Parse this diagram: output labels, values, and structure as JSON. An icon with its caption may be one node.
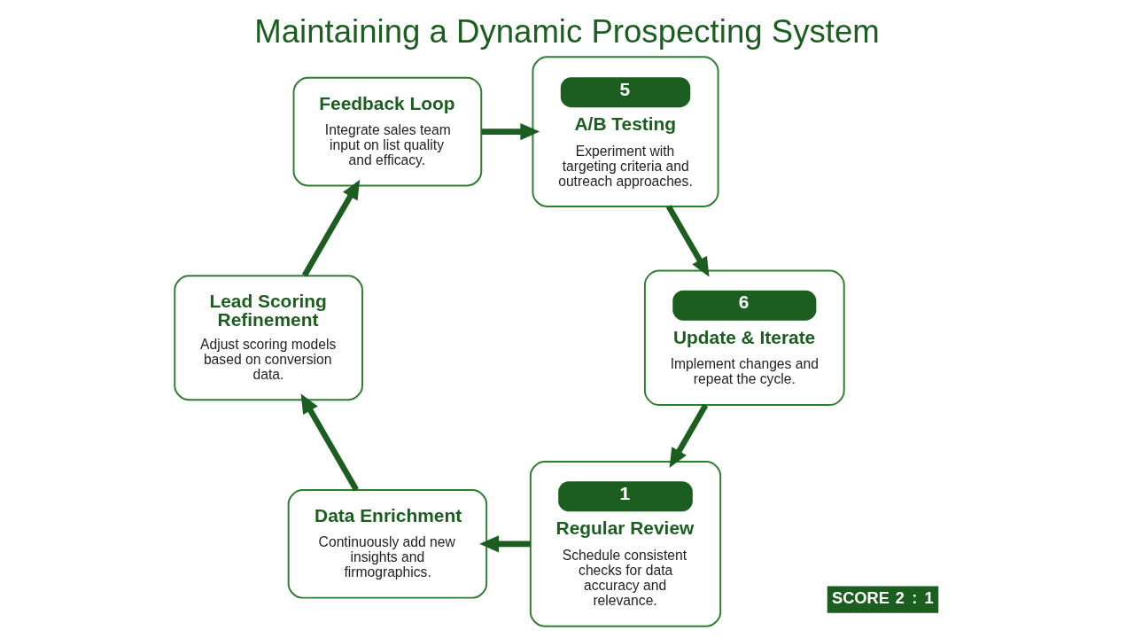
{
  "diagram": {
    "title": "Maintaining a Dynamic Prospecting System",
    "nodes": [
      {
        "text": [
          "1",
          "Regular Review",
          "Schedule consistent checks for data accuracy and relevance."
        ]
      },
      {
        "text": [
          "Data Enrichment",
          "Continuously add new insights and firmographics."
        ]
      },
      {
        "text": [
          "Lead Scoring Refinement",
          "Adjust scoring models based on conversion data."
        ]
      },
      {
        "text": [
          "Feedback Loop",
          "Integrate sales team input on list quality and efficacy."
        ]
      },
      {
        "text": [
          "5",
          "A/B Testing",
          "Experiment with targeting criteria and outreach approaches."
        ]
      },
      {
        "text": [
          "6",
          "Update & Iterate",
          "Implement changes and repeat the cycle."
        ]
      }
    ],
    "edges": [
      {
        "from": 0,
        "to": 1,
        "arrow": "to"
      },
      {
        "from": 1,
        "to": 2,
        "arrow": "to"
      },
      {
        "from": 2,
        "to": 3,
        "arrow": "to"
      },
      {
        "from": 3,
        "to": 4,
        "arrow": "to"
      },
      {
        "from": 4,
        "to": 5,
        "arrow": "to"
      },
      {
        "from": 5,
        "to": 0,
        "arrow": "to"
      }
    ],
    "labels": [
      "SCORE",
      "2",
      ":",
      "1"
    ]
  }
}
